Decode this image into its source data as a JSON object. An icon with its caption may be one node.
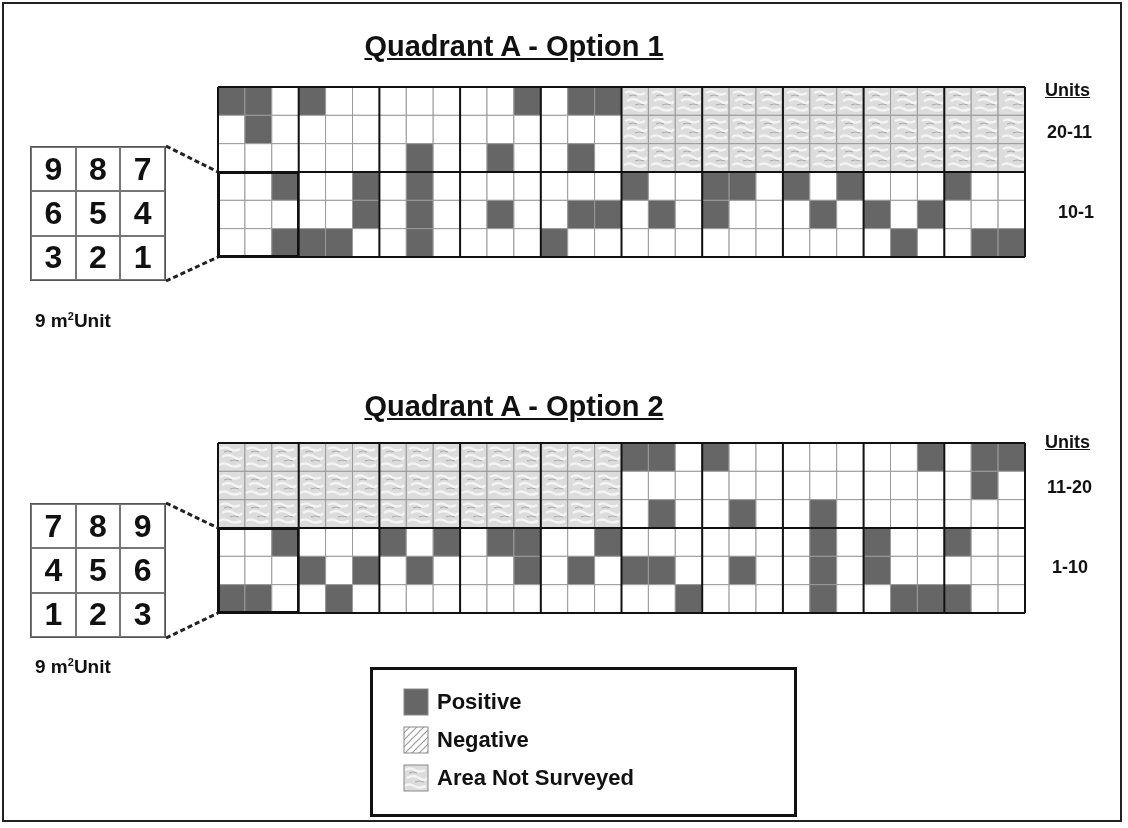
{
  "diagram": {
    "nodes": [
      {
        "text": [
          "9",
          "8",
          "7",
          "6",
          "5",
          "4",
          "3",
          "2",
          "1"
        ],
        "beside": [
          "9 m$^{2}$Unit"
        ]
      },
      {
        "text": [],
        "shape": "box"
      },
      {
        "text": [
          "7",
          "8",
          "9",
          "4",
          "5",
          "6",
          "1",
          "2",
          "3"
        ],
        "beside": [
          "9 m$^{2}$Unit"
        ]
      },
      {
        "text": [],
        "shape": "box"
      }
    ],
    "edges": [
      {
        "from": 0,
        "to": 1,
        "arrow": "none",
        "style": "dashed"
      },
      {
        "from": 0,
        "to": 1,
        "arrow": "none",
        "style": "dashed"
      },
      {
        "from": 2,
        "to": 3,
        "arrow": "none",
        "style": "dashed"
      },
      {
        "from": 2,
        "to": 3,
        "arrow": "none",
        "style": "dashed"
      }
    ],
    "labels": [
      "Quadrant A - Option 1",
      "Units",
      "20-11",
      "10-1",
      "Quadrant A - Option 2",
      "Units",
      "11-20",
      "1-10"
    ],
    "legend": [
      {
        "text": "Positive",
        "color": "#666666"
      },
      {
        "text": "Negative"
      },
      {
        "text": "Area Not Surveyed"
      }
    ]
  }
}
